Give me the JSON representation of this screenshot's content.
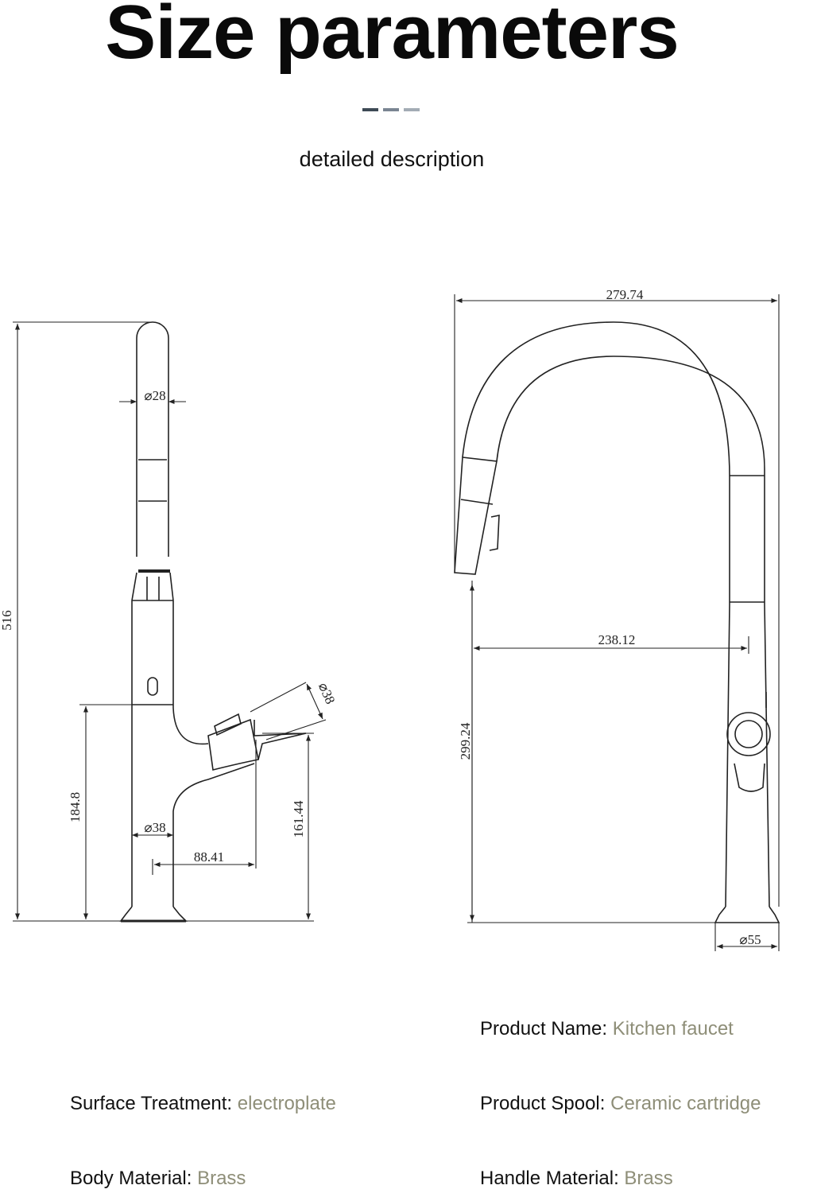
{
  "header": {
    "title": "Size parameters",
    "subtitle": "detailed description",
    "dash_colors": [
      "#3e4a55",
      "#7a8592",
      "#a3acb5"
    ]
  },
  "side_view": {
    "height_total": "516",
    "spout_diameter": "⌀28",
    "handle_diameter": "⌀38",
    "body_diameter": "⌀38",
    "lever_height": "184.8",
    "handle_reach": "88.41",
    "handle_height": "161.44"
  },
  "front_view": {
    "total_width": "279.74",
    "spout_reach": "238.12",
    "outlet_height": "299.24",
    "base_diameter": "⌀55"
  },
  "specs": {
    "product_name": {
      "label": "Product Name:",
      "value": "Kitchen faucet"
    },
    "surface_treatment": {
      "label": "Surface Treatment:",
      "value": "electroplate"
    },
    "product_spool": {
      "label": "Product Spool:",
      "value": "Ceramic cartridge"
    },
    "body_material": {
      "label": "Body Material:",
      "value": "Brass"
    },
    "handle_material": {
      "label": "Handle Material:",
      "value": "Brass"
    }
  }
}
